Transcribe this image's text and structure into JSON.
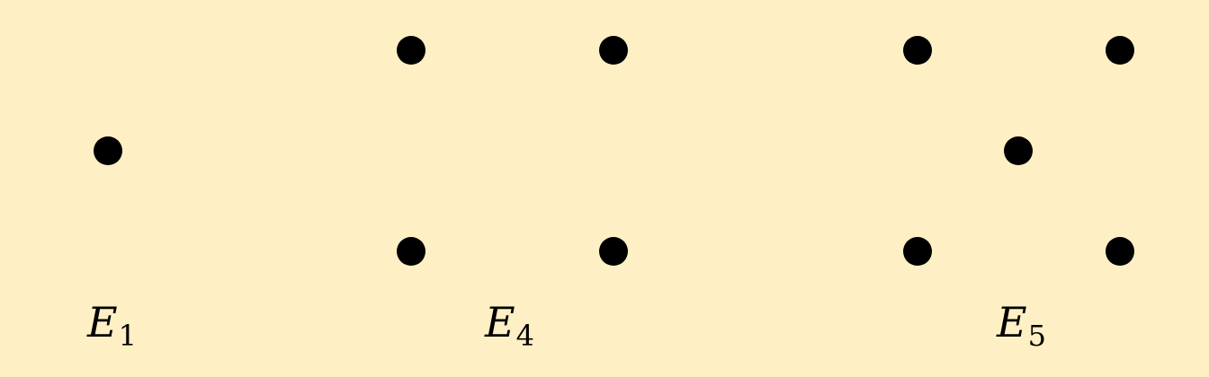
{
  "background_color": "#FEEFC4",
  "dot_color": "#000000",
  "figures": [
    {
      "letter": "E",
      "subscript": "1",
      "dot_count": 1
    },
    {
      "letter": "E",
      "subscript": "4",
      "dot_count": 4
    },
    {
      "letter": "E",
      "subscript": "5",
      "dot_count": 5
    }
  ]
}
